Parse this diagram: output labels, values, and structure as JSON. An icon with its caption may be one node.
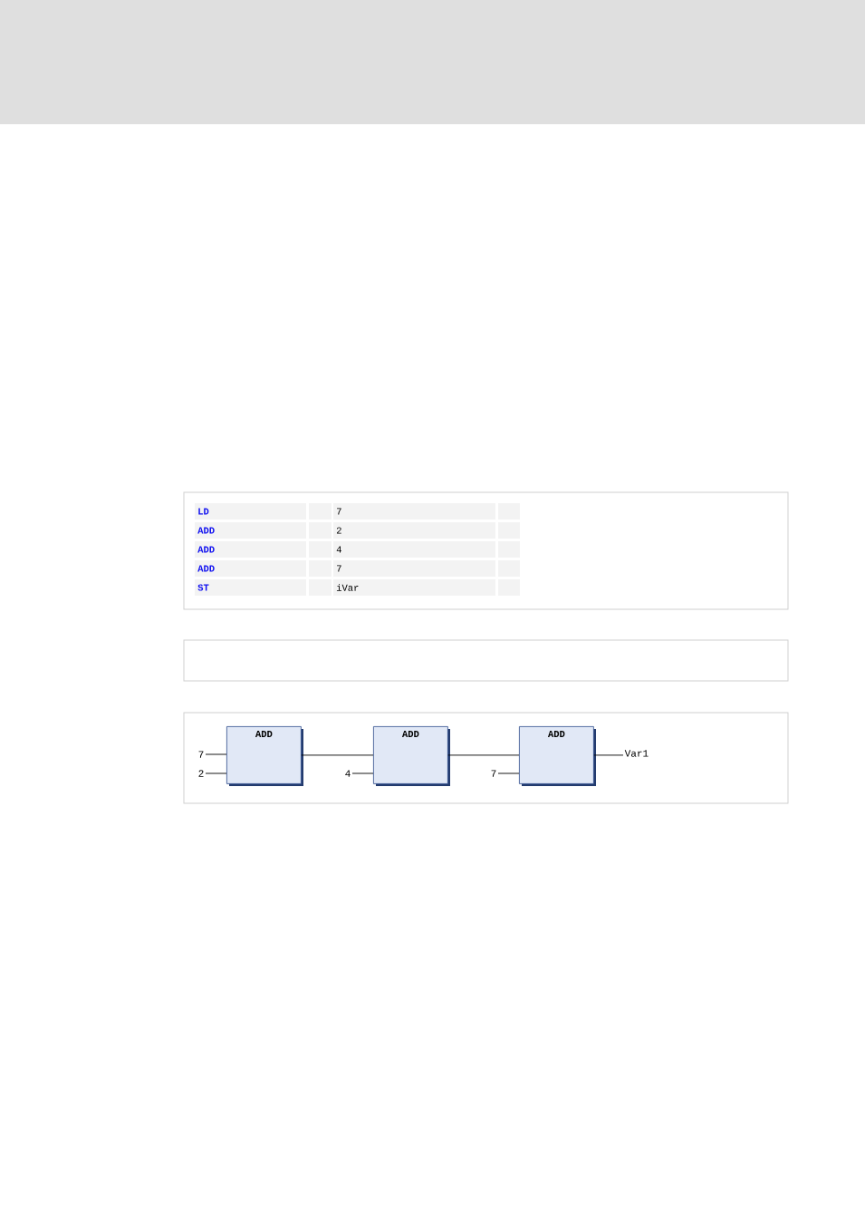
{
  "diagram": {
    "nodes": [
      {
        "text": [
          "7"
        ]
      },
      {
        "text": [
          "2"
        ]
      },
      {
        "text": [
          "ADD"
        ]
      },
      {
        "text": [
          "4"
        ]
      },
      {
        "text": [
          "ADD"
        ]
      },
      {
        "text": [
          "7"
        ]
      },
      {
        "text": [
          "ADD"
        ]
      },
      {
        "text": [
          "Var1"
        ]
      }
    ],
    "edges": [
      {
        "from": 0,
        "to": 2,
        "arrow": "none"
      },
      {
        "from": 1,
        "to": 2,
        "arrow": "none"
      },
      {
        "from": 2,
        "to": 4,
        "arrow": "none"
      },
      {
        "from": 3,
        "to": 4,
        "arrow": "none"
      },
      {
        "from": 4,
        "to": 6,
        "arrow": "none"
      },
      {
        "from": 5,
        "to": 6,
        "arrow": "none"
      },
      {
        "from": 6,
        "to": 7,
        "arrow": "none"
      }
    ],
    "labels": [
      "LD",
      "7",
      "ADD",
      "2",
      "ADD",
      "4",
      "ADD",
      "7",
      "ST",
      "iVar"
    ]
  }
}
